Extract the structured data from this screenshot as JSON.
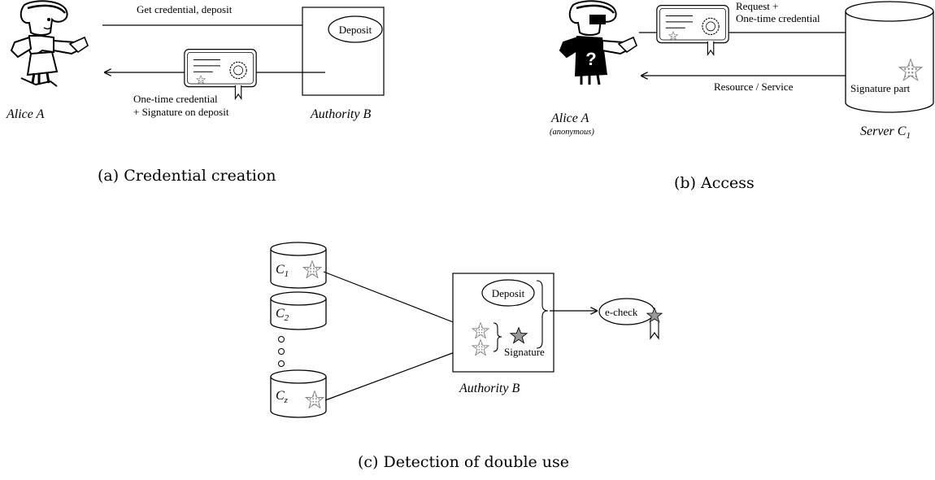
{
  "panel_a": {
    "arrow_top_label": "Get credential, deposit",
    "deposit_label": "Deposit",
    "return_label_1": "One-time credential",
    "return_label_2": "+ Signature on deposit",
    "alice_label": "Alice A",
    "authority_label": "Authority B",
    "caption": "(a) Credential creation"
  },
  "panel_b": {
    "request_label_1": "Request +",
    "request_label_2": "One-time credential",
    "resource_label": "Resource / Service",
    "signature_part_label": "Signature part",
    "alice_label": "Alice A",
    "alice_sub": "(anonymous)",
    "server_label": "Server C",
    "server_sub": "1",
    "anon_mark": "?",
    "caption": "(b) Access"
  },
  "panel_c": {
    "c1_label": "C",
    "c1_sub": "1",
    "c2_label": "C",
    "c2_sub": "2",
    "cz_label": "C",
    "cz_sub": "z",
    "deposit_label": "Deposit",
    "signature_label": "Signature",
    "echeck_label": "e-check",
    "authority_label": "Authority B",
    "caption": "(c) Detection of double use"
  }
}
